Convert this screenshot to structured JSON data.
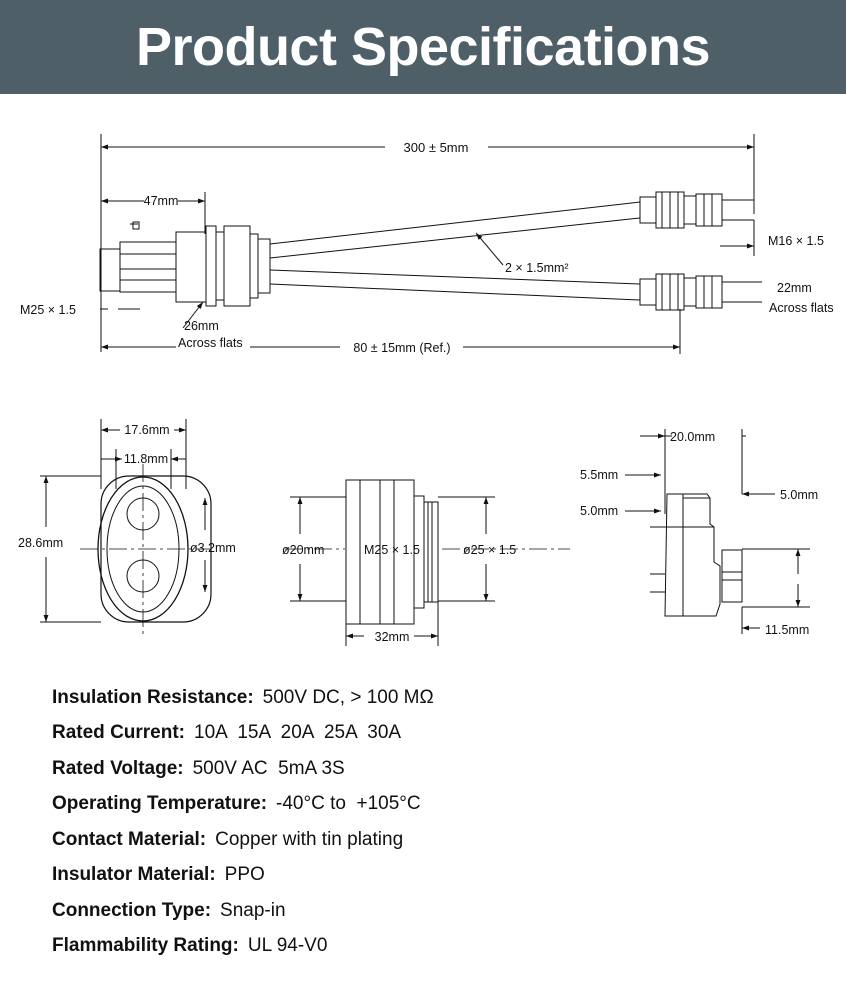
{
  "header": {
    "title": "Product Specifications"
  },
  "drawing": {
    "top_view": {
      "overall_length": "300 ± 5mm",
      "body_length": "47mm",
      "wire_spec": "2 × 1.5mm²",
      "thread_right": "M16 × 1.5",
      "flats_right_value": "22mm",
      "flats_right_label": "Across flats",
      "thread_left": "M25 × 1.5",
      "flats_left_value": "26mm",
      "flats_left_label": "Across flats",
      "ref_length": "80 ± 15mm (Ref.)"
    },
    "front_view": {
      "width_outer": "17.6mm",
      "width_inner": "11.8mm",
      "height": "28.6mm",
      "hole_dia": "ø3.2mm"
    },
    "side_view": {
      "dia_left": "ø20mm",
      "thread": "M25 × 1.5",
      "dia_right": "ø25 × 1.5",
      "length": "32mm"
    },
    "end_view": {
      "width": "20.0mm",
      "dim_a": "5.5mm",
      "dim_b": "5.0mm",
      "dim_c": "5.0mm",
      "dim_d": "11.5mm"
    }
  },
  "specs": [
    {
      "label": "Insulation Resistance:",
      "value": "500V DC, > 100 MΩ"
    },
    {
      "label": "Rated Current:",
      "value": "10A  15A  20A  25A  30A"
    },
    {
      "label": "Rated Voltage:",
      "value": "500V AC  5mA 3S"
    },
    {
      "label": "Operating Temperature:",
      "value": "-40°C to  +105°C"
    },
    {
      "label": "Contact Material:",
      "value": "Copper with tin plating"
    },
    {
      "label": "Insulator Material:",
      "value": "PPO"
    },
    {
      "label": "Connection Type:",
      "value": "Snap-in"
    },
    {
      "label": "Flammability Rating:",
      "value": "UL 94-V0"
    }
  ]
}
